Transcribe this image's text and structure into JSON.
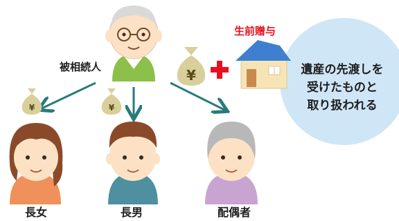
{
  "labels": {
    "decedent": "被相続人",
    "gift": "生前贈与",
    "daughter": "長女",
    "son": "長男",
    "spouse": "配偶者"
  },
  "bubble": {
    "lines": [
      "遺産の先渡しを",
      "受けたものと",
      "取り扱われる"
    ]
  },
  "symbols": {
    "yen": "¥",
    "plus": "+"
  },
  "colors": {
    "arrow": "#2a7a7c",
    "plus": "#e8101e",
    "gift_text": "#e8101e",
    "bubble": "#cfe6f7",
    "skin": "#fde1c5",
    "shirt_decedent": "#8cc04a",
    "shirt_daughter": "#f0905a",
    "shirt_son": "#4e8fa0",
    "shirt_spouse": "#c8a4d0",
    "money_bag": "#d8cf9a",
    "roof": "#3f7fd0",
    "house_wall": "#f7e4b6"
  },
  "icons": [
    "money-bag-icon",
    "house-icon",
    "plus-icon",
    "arrow-icon"
  ]
}
